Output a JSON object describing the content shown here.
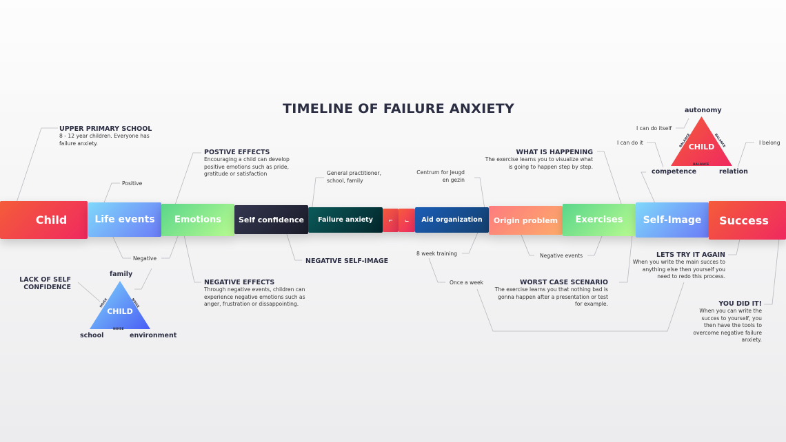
{
  "title": "TIMELINE OF FAILURE ANXIETY",
  "timeline": [
    {
      "label": "Child"
    },
    {
      "label": "Life events"
    },
    {
      "label": "Emotions"
    },
    {
      "label": "Self confidence"
    },
    {
      "label": "Failure anxiety"
    },
    {
      "label": "Aid organization"
    },
    {
      "label": "Origin problem"
    },
    {
      "label": "Exercises"
    },
    {
      "label": "Self-Image"
    },
    {
      "label": "Success"
    }
  ],
  "notes": {
    "upper_primary": {
      "heading": "UPPER PRIMARY SCHOOL",
      "text": "8 - 12 year children. Everyone has failure anxiety."
    },
    "positive": "Positive",
    "negative": "Negative",
    "positive_effects": {
      "heading": "POSTIVE EFFECTS",
      "text": "Encouraging a child can develop positive emotions such as pride, gratitude or satisfaction"
    },
    "negative_effects": {
      "heading": "NEGATIVE EFFECTS",
      "text": "Through negative events, children can experience negative emotions such as anger, frustration or dissappointing."
    },
    "negative_self_image": "NEGATIVE SELF-IMAGE",
    "lack_self_confidence": "LACK OF SELF CONFIDENCE",
    "general_practitioner": "General practitioner, school, family",
    "centrum": "Centrum for Jeugd en gezin",
    "week_training": "8 week training",
    "once_a_week": "Once a week",
    "what_is_happening": {
      "heading": "WHAT IS HAPPENING",
      "text": "The exercise learns you to visualize what is going to happen step by step."
    },
    "negative_events": "Negative events",
    "worst_case": {
      "heading": "WORST CASE SCENARIO",
      "text": "The exercise learns you that nothing bad is gonna happen after a presentation or test for example."
    },
    "try_again": {
      "heading": "LETS TRY IT AGAIN",
      "text": "When you write the main succes to anything else then yourself you need to redo this process."
    },
    "you_did_it": {
      "heading": "YOU DID IT!",
      "text": "When you can write the succes to yourself, you then have the tools to overcome negative failure anxiety."
    }
  },
  "triangle_noise": {
    "center": "CHILD",
    "top": "family",
    "left": "school",
    "right": "environment",
    "edge": "NOISE"
  },
  "triangle_balance": {
    "center": "CHILD",
    "top": "autonomy",
    "left": "competence",
    "right": "relation",
    "edge": "BALANCE",
    "top_note": "I can do itself",
    "left_note": "I can do it",
    "right_note": "I belong"
  }
}
